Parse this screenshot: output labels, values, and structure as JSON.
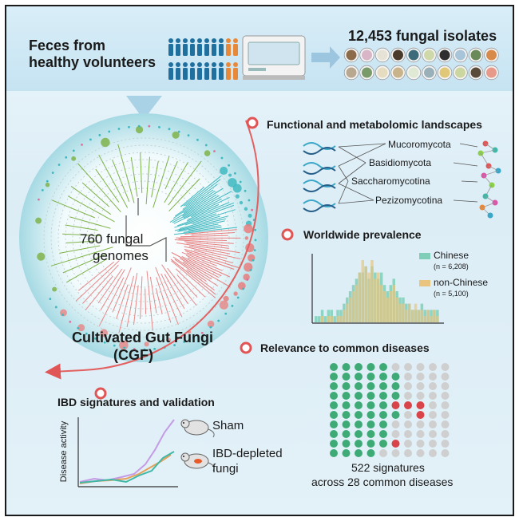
{
  "top": {
    "source_line1": "Feces from",
    "source_line2": "healthy volunteers",
    "isolates": "12,453 fungal isolates"
  },
  "tree": {
    "genomes_line1": "760 fungal",
    "genomes_line2": "genomes",
    "name_line1": "Cultivated Gut Fungi",
    "name_line2": "(CGF)"
  },
  "functional": {
    "title": "Functional and metabolomic landscapes",
    "taxa": [
      "Mucoromycota",
      "Basidiomycota",
      "Saccharomycotina",
      "Pezizomycotina"
    ]
  },
  "prevalence": {
    "title": "Worldwide prevalence",
    "legend": [
      {
        "label": "Chinese",
        "n": "(n = 6,208)",
        "color": "#7fcfb8"
      },
      {
        "label": "non-Chinese",
        "n": "(n = 5,100)",
        "color": "#e9c47f"
      }
    ]
  },
  "diseases": {
    "title": "Relevance to common diseases",
    "caption_line1": "522 signatures",
    "caption_line2": "across 28 common diseases",
    "grid": {
      "rows": 10,
      "cols": 10,
      "green": 53,
      "red": 5,
      "gray": 42,
      "colors": {
        "green": "#3eab76",
        "red": "#d9444a",
        "gray": "#cfcfcf"
      }
    }
  },
  "ibd": {
    "title": "IBD signatures and validation",
    "ylabel": "Disease activity",
    "sham": "Sham",
    "depleted_line1": "IBD-depleted",
    "depleted_line2": "fungi",
    "colors": {
      "sham": "#c59ae6",
      "depleted": "#e5a15a",
      "control": "#3fb8a8"
    }
  },
  "chart_data": {
    "type": "bar",
    "title": "",
    "xlabel": "",
    "ylabel": "",
    "series": [
      {
        "name": "Chinese",
        "values": [
          1,
          1,
          2,
          1,
          2,
          2,
          1,
          2,
          2,
          3,
          4,
          5,
          6,
          7,
          8,
          8,
          9,
          7,
          9,
          8,
          7,
          8,
          6,
          5,
          6,
          7,
          5,
          4,
          4,
          3,
          3,
          2,
          2,
          2,
          3,
          2,
          2,
          2,
          2,
          2
        ]
      },
      {
        "name": "non-Chinese",
        "values": [
          0,
          0,
          1,
          0,
          1,
          1,
          0,
          1,
          1,
          2,
          3,
          4,
          5,
          6,
          8,
          10,
          9,
          8,
          10,
          7,
          8,
          6,
          5,
          4,
          5,
          6,
          4,
          3,
          3,
          2,
          3,
          2,
          3,
          2,
          2,
          1,
          2,
          1,
          2,
          1
        ]
      }
    ]
  }
}
